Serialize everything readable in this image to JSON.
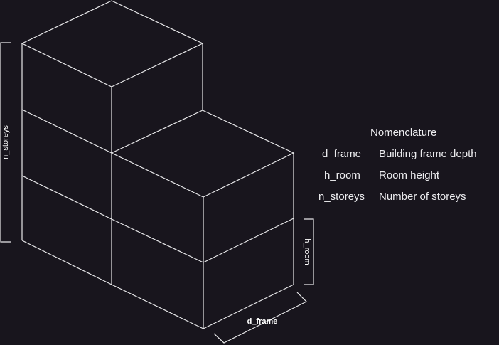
{
  "diagram": {
    "dimensions": {
      "n_storeys": "n_storeys",
      "h_room": "h_room",
      "d_frame": "d_frame"
    }
  },
  "nomenclature": {
    "title": "Nomenclature",
    "rows": [
      {
        "symbol": "d_frame",
        "description": "Building frame depth"
      },
      {
        "symbol": "h_room",
        "description": "Room height"
      },
      {
        "symbol": "n_storeys",
        "description": "Number of storeys"
      }
    ]
  },
  "colors": {
    "background": "#18151d",
    "line": "#e8e8ea",
    "text": "#ececef"
  }
}
